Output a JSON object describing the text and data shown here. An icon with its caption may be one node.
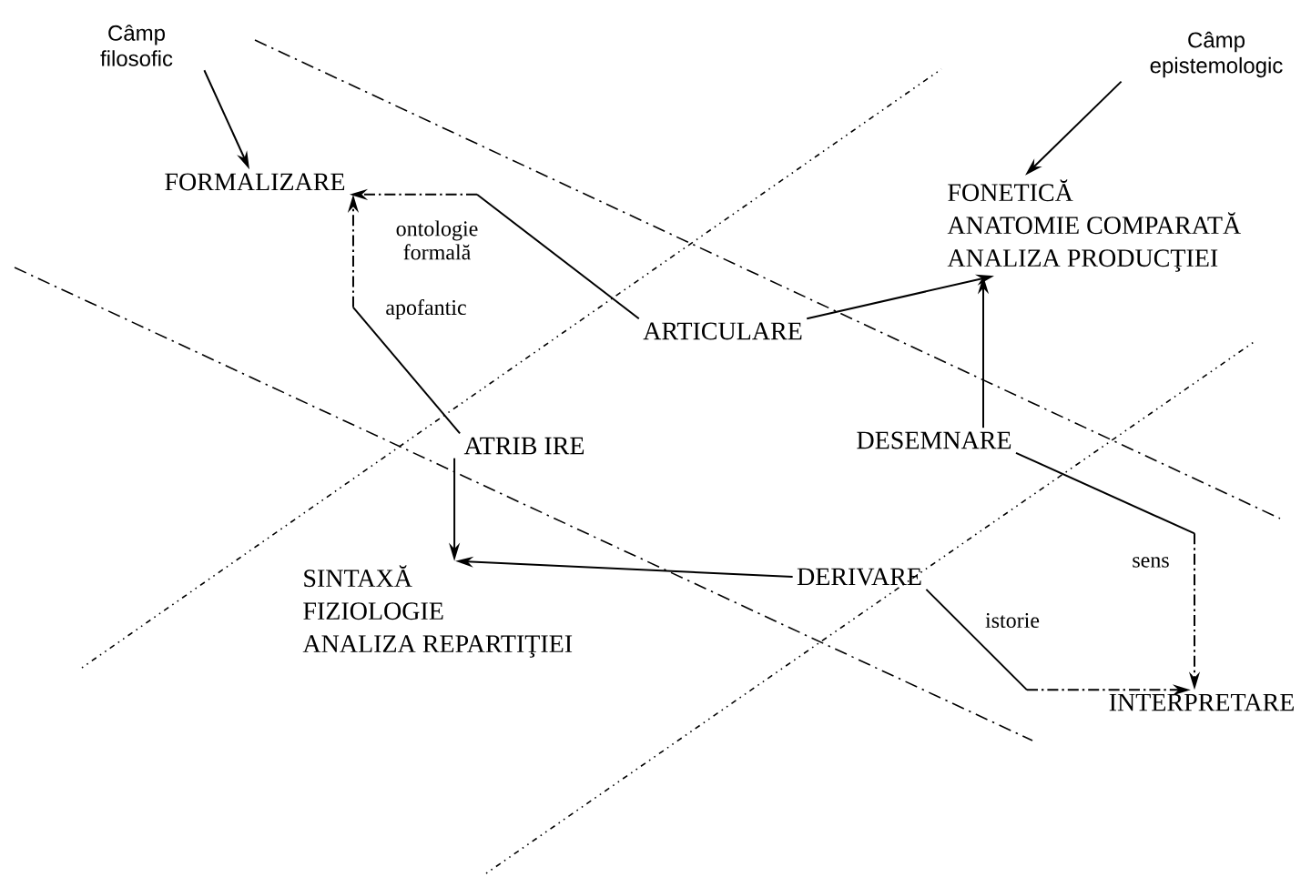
{
  "diagram": {
    "nodes": [
      {
        "text": [
          "Câmp filosofic"
        ]
      },
      {
        "text": [
          "FORMALIZARE"
        ]
      },
      {
        "text": [
          "Câmp epistemologic"
        ]
      },
      {
        "text": [
          "FONETICĂ",
          "ANATOMIE COMPARATĂ",
          "ANALIZA PRODUCŢIEI"
        ]
      },
      {
        "text": [
          "ARTICULARE"
        ]
      },
      {
        "text": [
          "ATRIB IRE"
        ]
      },
      {
        "text": [
          "DESEMNARE"
        ]
      },
      {
        "text": [
          "SINTAXĂ",
          "FIZIOLOGIE",
          "ANALIZA REPARTIŢIEI"
        ]
      },
      {
        "text": [
          "DERIVARE"
        ]
      },
      {
        "text": [
          "INTERPRETARE"
        ]
      }
    ],
    "edges": [
      {
        "from": 0,
        "to": 1,
        "arrow": "to"
      },
      {
        "from": 2,
        "to": 3,
        "arrow": "to"
      },
      {
        "from": 4,
        "to": 1,
        "arrow": "to",
        "label": "ontologie formală"
      },
      {
        "from": 5,
        "to": 1,
        "arrow": "to",
        "label": "apofantic"
      },
      {
        "from": 4,
        "to": 3,
        "arrow": "to"
      },
      {
        "from": 6,
        "to": 3,
        "arrow": "to"
      },
      {
        "from": 5,
        "to": 7,
        "arrow": "to"
      },
      {
        "from": 8,
        "to": 7,
        "arrow": "to"
      },
      {
        "from": 6,
        "to": 9,
        "arrow": "to",
        "label": "sens"
      },
      {
        "from": 8,
        "to": 9,
        "arrow": "to",
        "label": "istorie",
        "style": "dashed"
      }
    ]
  }
}
